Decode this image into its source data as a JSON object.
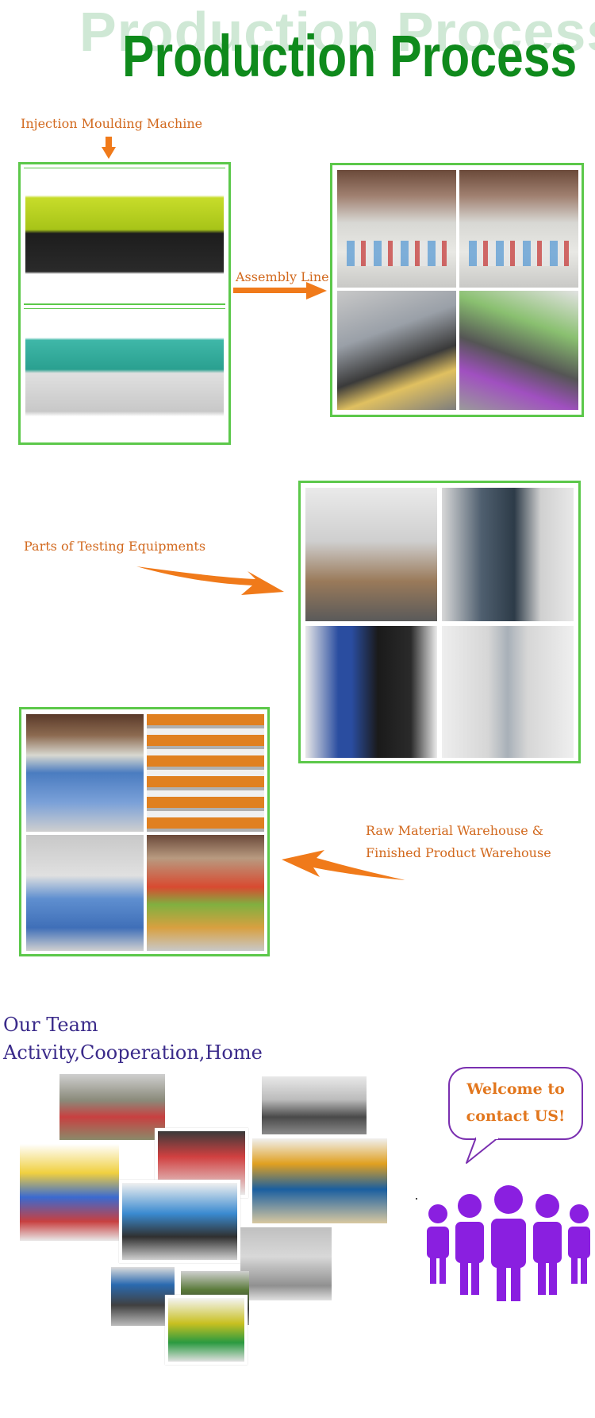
{
  "header": {
    "title": "Production Process",
    "title_shadow": "Production Process"
  },
  "labels": {
    "injection": "Injection Moulding Machine",
    "assembly": "Assembly Line",
    "testing": "Parts of Testing Equipments",
    "warehouse_line1": "Raw Material Warehouse &",
    "warehouse_line2": "Finished Product Warehouse"
  },
  "team": {
    "heading_line1": "Our Team",
    "heading_line2": "Activity,Cooperation,Home"
  },
  "contact": {
    "line1": "Welcome to",
    "line2": "contact US!"
  },
  "colors": {
    "title_green": "#0f8a1c",
    "frame_green": "#5cc84a",
    "label_orange": "#d2691e",
    "arrow_orange": "#f07a1a",
    "team_purple": "#3a2a8a",
    "people_purple": "#8a1fe0"
  },
  "icons": {
    "down_arrow": "down-arrow-icon",
    "right_arrow": "right-arrow-icon",
    "people_group": "people-group-icon"
  }
}
